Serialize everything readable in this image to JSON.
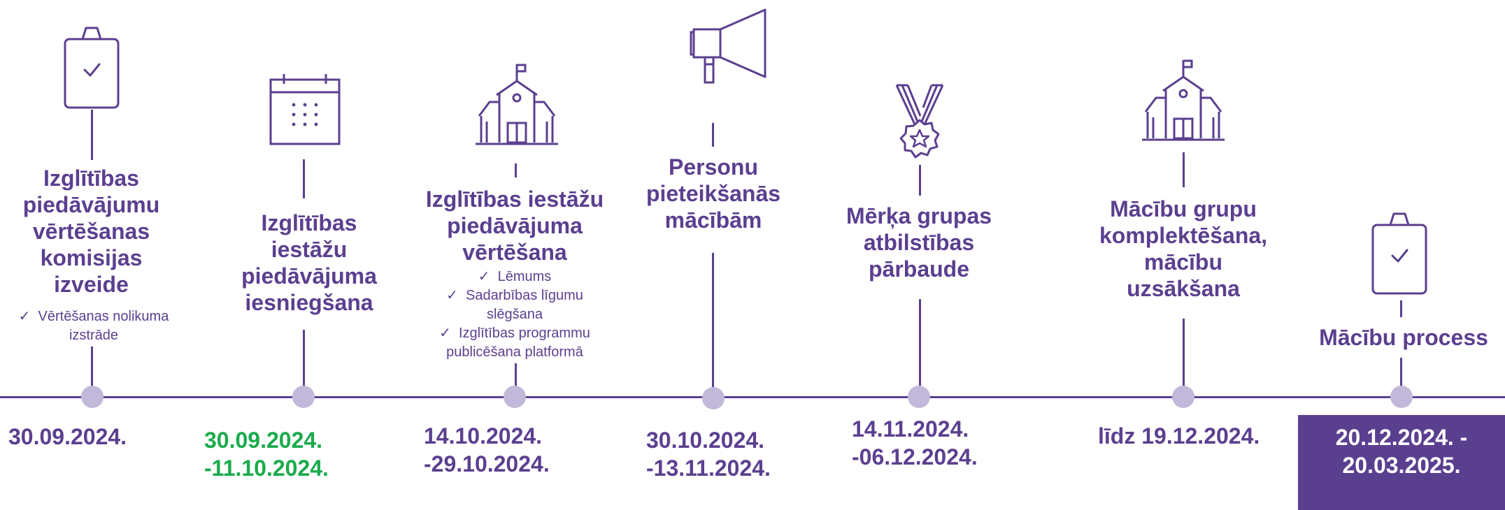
{
  "steps": [
    {
      "icon": "clipboard-check-icon",
      "title": [
        "Izglītības",
        "piedāvājumu",
        "vērtēšanas",
        "komisijas",
        "izveide"
      ],
      "notes": [
        "Vērtēšanas nolikuma",
        "izstrāde"
      ],
      "date": [
        "30.09.2024."
      ]
    },
    {
      "icon": "calendar-icon",
      "title": [
        "Izglītības",
        "iestāžu",
        "piedāvājuma",
        "iesniegšana"
      ],
      "date": [
        "30.09.2024.",
        "-11.10.2024."
      ],
      "date_color": "#1aab4b"
    },
    {
      "icon": "school-building-icon",
      "title": [
        "Izglītības iestāžu",
        "piedāvājuma",
        "vērtēšana"
      ],
      "notes": [
        "Lēmums",
        "Sadarbības līgumu",
        "slēgšana",
        "Izglītības programmu",
        "publicēšana platformā"
      ],
      "date": [
        "14.10.2024.",
        "-29.10.2024."
      ]
    },
    {
      "icon": "megaphone-icon",
      "title": [
        "Personu",
        "pieteikšanās",
        "mācībām"
      ],
      "date": [
        "30.10.2024.",
        "-13.11.2024."
      ]
    },
    {
      "icon": "medal-icon",
      "title": [
        "Mērķa grupas",
        "atbilstības",
        "pārbaude"
      ],
      "date": [
        "14.11.2024.",
        "-06.12.2024."
      ]
    },
    {
      "icon": "school-building-icon",
      "title": [
        "Mācību grupu",
        "komplektēšana,",
        "mācību",
        "uzsākšana"
      ],
      "date": [
        "līdz 19.12.2024."
      ]
    },
    {
      "icon": "clipboard-check-icon",
      "title": [
        "Mācību process"
      ],
      "date": [
        "20.12.2024. -",
        "20.03.2025."
      ],
      "date_color": "#ffffff",
      "date_background": "#5b3f8f"
    }
  ],
  "colors": {
    "primary": "#5b3f8f",
    "dot": "#c2b8d9",
    "highlight_green": "#1aab4b"
  }
}
